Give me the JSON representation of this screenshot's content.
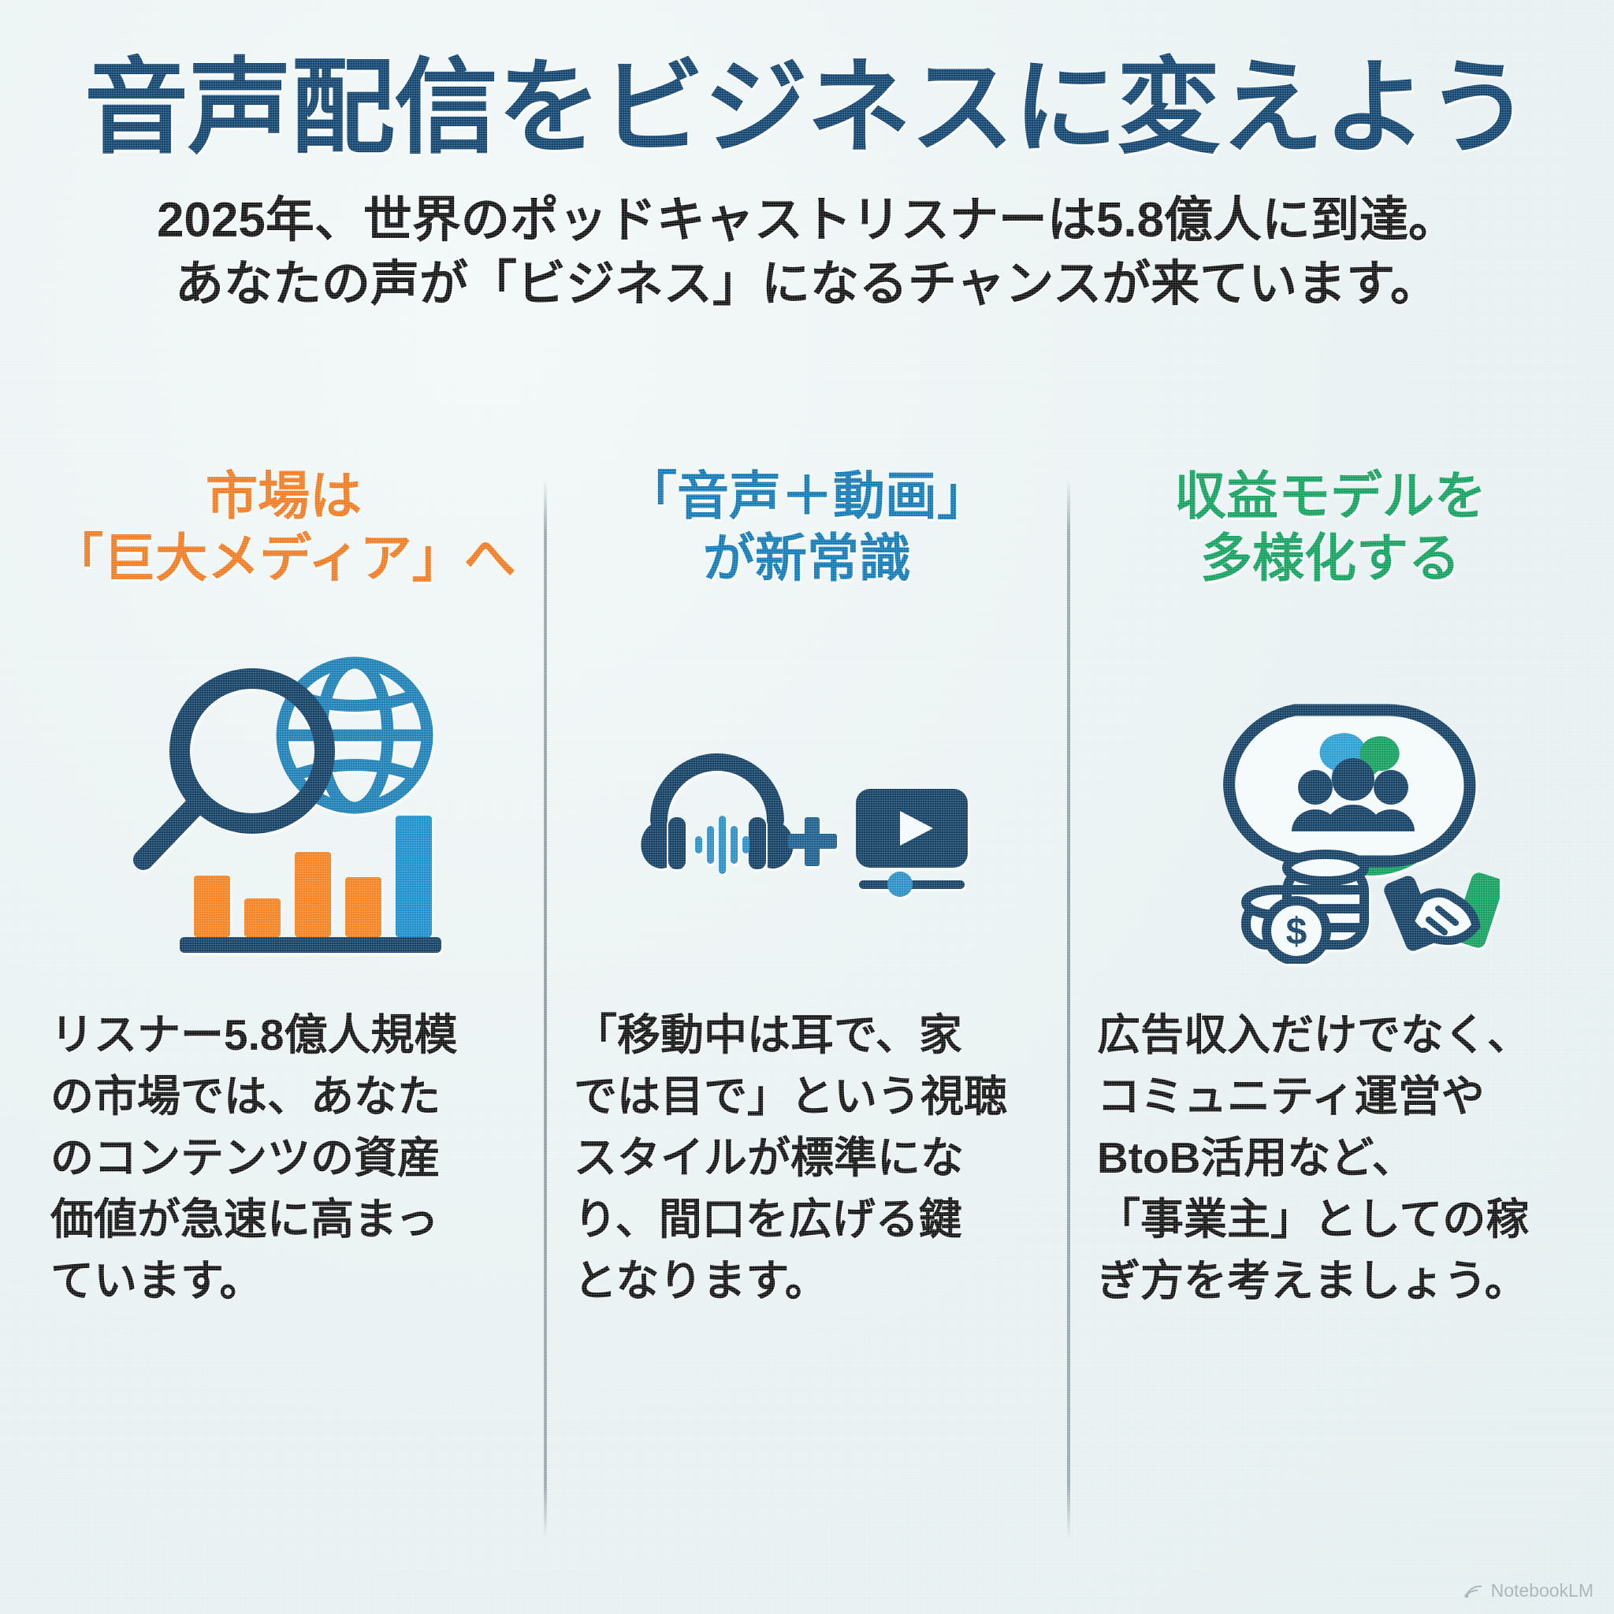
{
  "header": {
    "title": "音声配信をビジネスに変えよう",
    "subtitle_line1": "2025年、世界のポッドキャストリスナーは5.8億人に到達。",
    "subtitle_line2": "あなたの声が「ビジネス」になるチャンスが来ています。"
  },
  "colors": {
    "title_navy": "#10436e",
    "orange": "#f07a20",
    "blue": "#1079b4",
    "green": "#12a05e",
    "dark_navy": "#123f63",
    "background": "#eef4f5"
  },
  "columns": [
    {
      "accent": "#f07a20",
      "heading_line1": "市場は",
      "heading_line2": "「巨大メディア」へ",
      "icon": "magnifier-globe-barchart-icon",
      "body_line1": "リスナー5.8億人規模",
      "body_line2": "の市場では、あなた",
      "body_line3": "のコンテンツの資産",
      "body_line4": "価値が急速に高まっ",
      "body_line5": "ています。"
    },
    {
      "accent": "#1079b4",
      "heading_line1": "「音声＋動画」",
      "heading_line2": "が新常識",
      "icon": "headphones-plus-videoplayer-icon",
      "body_line1": "「移動中は耳で、家",
      "body_line2": "では目で」という視聴",
      "body_line3": "スタイルが標準にな",
      "body_line4": "り、間口を広げる鍵",
      "body_line5": "となります。"
    },
    {
      "accent": "#12a05e",
      "heading_line1": "収益モデルを",
      "heading_line2": "多様化する",
      "icon": "community-coins-handshake-icon",
      "body_line1": "広告収入だけでなく、",
      "body_line2": "コミュニティ運営や",
      "body_line3": "BtoB活用など、",
      "body_line4": "「事業主」としての稼",
      "body_line5": "ぎ方を考えましょう。"
    }
  ],
  "chart_data": {
    "type": "bar",
    "title": "",
    "categories": [
      "1",
      "2",
      "3",
      "4",
      "5"
    ],
    "values": [
      48,
      26,
      72,
      46,
      100
    ],
    "series": [
      {
        "name": "orange-bars",
        "values": [
          48,
          26,
          72,
          46,
          null
        ],
        "color": "#f58220"
      },
      {
        "name": "blue-bar",
        "values": [
          null,
          null,
          null,
          null,
          100
        ],
        "color": "#1b8ecb"
      }
    ],
    "ylim": [
      0,
      100
    ],
    "grid": false,
    "legend": "none"
  },
  "watermark": {
    "label": "NotebookLM",
    "icon": "notebooklm-logo-icon"
  }
}
